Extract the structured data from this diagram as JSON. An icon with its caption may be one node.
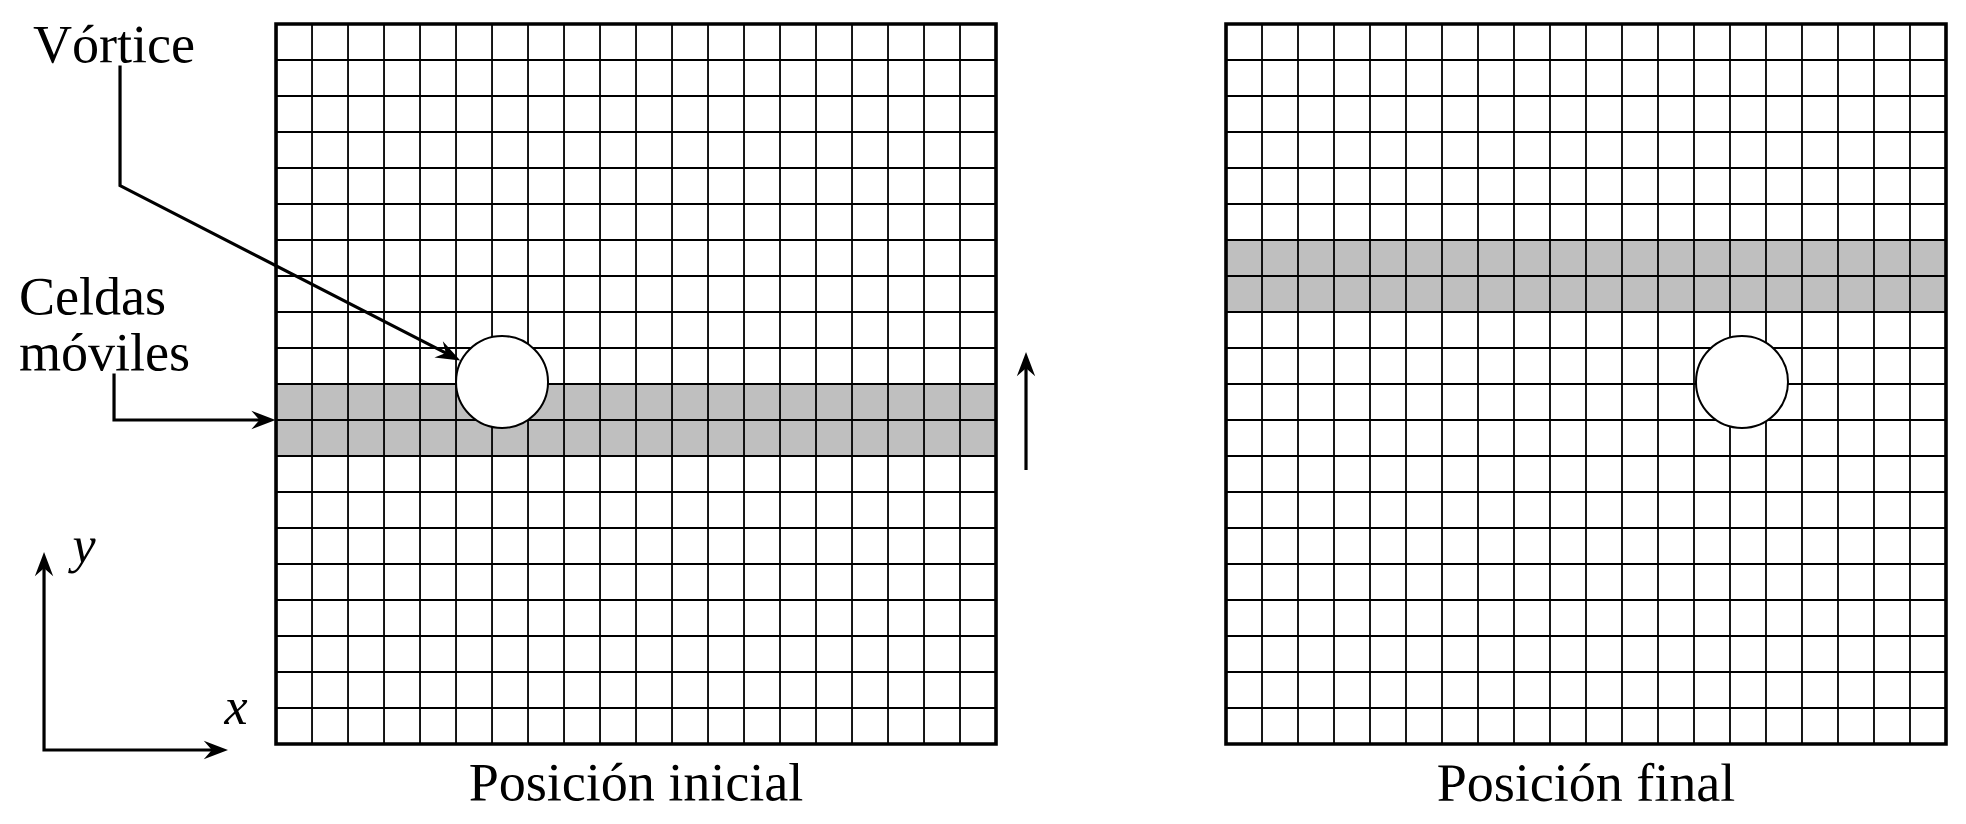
{
  "diagram": {
    "nodes": [
      {
        "text": [
          "Vórtice"
        ]
      },
      {
        "text": [
          "Celdas móviles"
        ]
      },
      {
        "text": [
          "Posición inicial"
        ]
      },
      {
        "text": [],
        "shape": "bar",
        "in": 2
      },
      {
        "text": [],
        "shape": "circle",
        "in": 2
      },
      {
        "text": [
          "Posición final"
        ]
      },
      {
        "text": [],
        "shape": "bar",
        "in": 5
      },
      {
        "text": [],
        "shape": "circle",
        "in": 5
      }
    ],
    "edges": [
      {
        "from": 0,
        "to": 4,
        "arrow": "to"
      },
      {
        "from": 1,
        "to": 3,
        "arrow": "to"
      }
    ],
    "labels": [
      "y",
      "x"
    ]
  }
}
